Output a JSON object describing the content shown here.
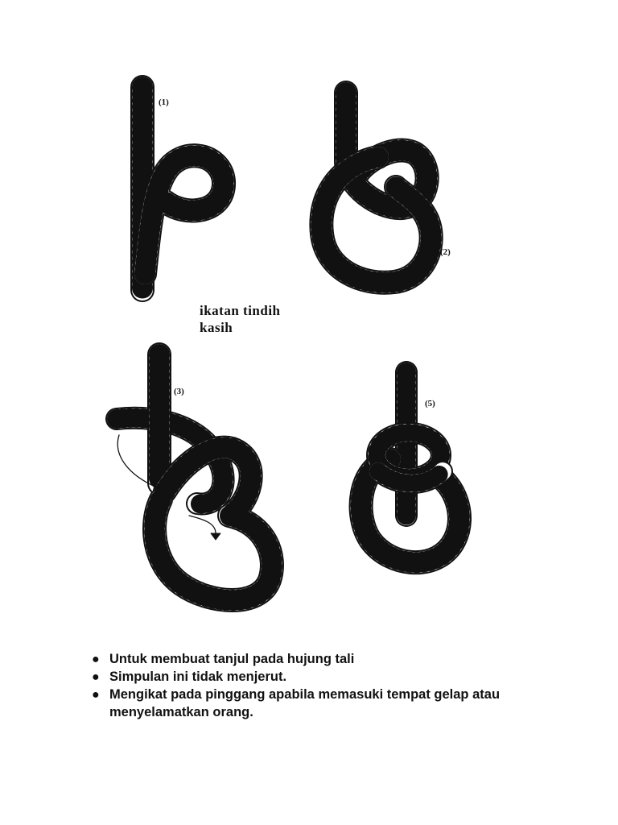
{
  "title_line1": "ikatan tindih",
  "title_line2": "kasih",
  "steps": [
    {
      "label": "(1)"
    },
    {
      "label": "(2)"
    },
    {
      "label": "(3)"
    },
    {
      "label": "(5)"
    }
  ],
  "notes": [
    "Untuk membuat tanjul pada hujung tali",
    "Simpulan ini tidak menjerut.",
    "Mengikat pada pinggang apabila memasuki tempat gelap atau",
    "menyelamatkan orang."
  ],
  "colors": {
    "ink": "#111111",
    "rope_fill": "#ffffff",
    "paper": "#ffffff"
  }
}
